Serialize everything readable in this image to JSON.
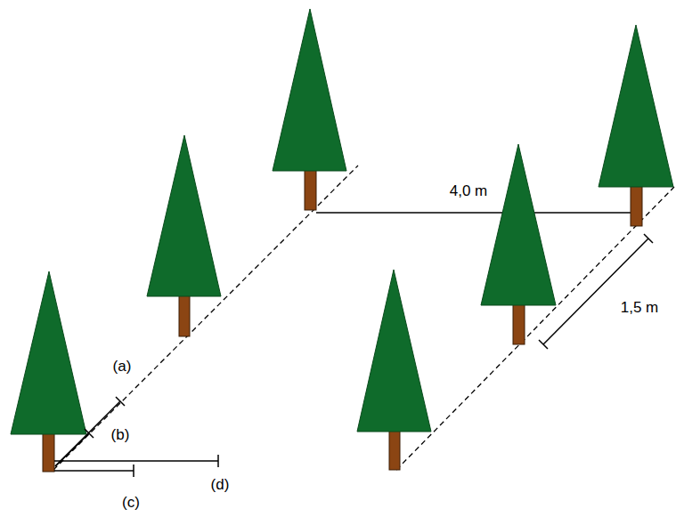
{
  "diagram": {
    "labels": [
      "4,0 m",
      "1,5 m",
      "(a)",
      "(b)",
      "(c)",
      "(d)"
    ]
  }
}
